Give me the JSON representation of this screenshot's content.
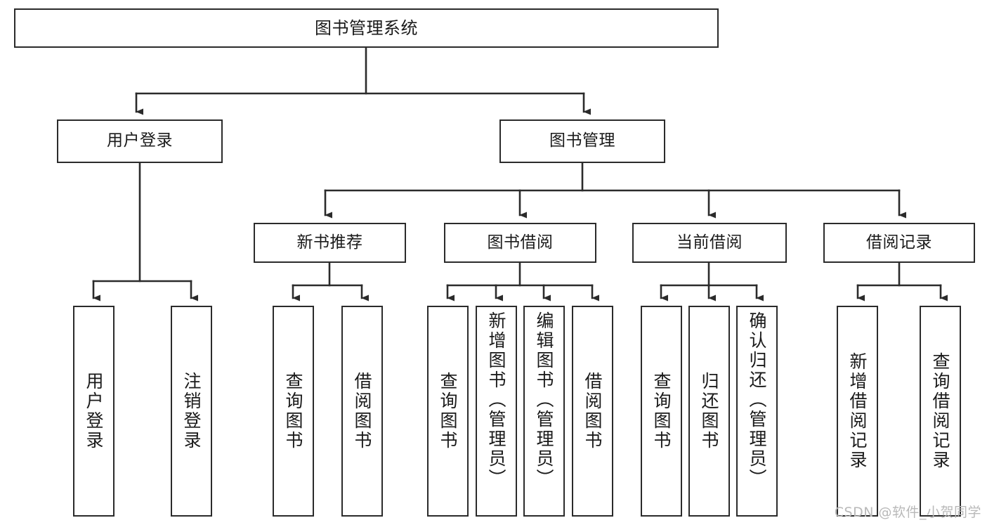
{
  "diagram": {
    "title": "图书管理系统",
    "watermark": "CSDN @软件_小贺同学"
  },
  "nodes": {
    "root": {
      "label": "图书管理系统"
    },
    "level2": [
      {
        "label": "用户登录"
      },
      {
        "label": "图书管理"
      }
    ],
    "level3": [
      {
        "label": "新书推荐"
      },
      {
        "label": "图书借阅"
      },
      {
        "label": "当前借阅"
      },
      {
        "label": "借阅记录"
      }
    ],
    "leaves": [
      {
        "label": "用户登录"
      },
      {
        "label": "注销登录"
      },
      {
        "label": "查询图书"
      },
      {
        "label": "借阅图书"
      },
      {
        "label": "查询图书"
      },
      {
        "label": "新增图书（管理员）"
      },
      {
        "label": "编辑图书（管理员）"
      },
      {
        "label": "借阅图书"
      },
      {
        "label": "查询图书"
      },
      {
        "label": "归还图书"
      },
      {
        "label": "确认归还（管理员）"
      },
      {
        "label": "新增借阅记录"
      },
      {
        "label": "查询借阅记录"
      }
    ]
  },
  "chart_data": {
    "type": "diagram",
    "subtype": "tree-hierarchy",
    "title": "图书管理系统",
    "orientation": "top-down",
    "tree": {
      "label": "图书管理系统",
      "children": [
        {
          "label": "用户登录",
          "children": [
            {
              "label": "用户登录"
            },
            {
              "label": "注销登录"
            }
          ]
        },
        {
          "label": "图书管理",
          "children": [
            {
              "label": "新书推荐",
              "children": [
                {
                  "label": "查询图书"
                },
                {
                  "label": "借阅图书"
                }
              ]
            },
            {
              "label": "图书借阅",
              "children": [
                {
                  "label": "查询图书"
                },
                {
                  "label": "新增图书（管理员）"
                },
                {
                  "label": "编辑图书（管理员）"
                },
                {
                  "label": "借阅图书"
                }
              ]
            },
            {
              "label": "当前借阅",
              "children": [
                {
                  "label": "查询图书"
                },
                {
                  "label": "归还图书"
                },
                {
                  "label": "确认归还（管理员）"
                }
              ]
            },
            {
              "label": "借阅记录",
              "children": [
                {
                  "label": "新增借阅记录"
                },
                {
                  "label": "查询借阅记录"
                }
              ]
            }
          ]
        }
      ]
    },
    "colors": {
      "box_stroke": "#2b2b2b",
      "box_fill": "#ffffff",
      "connector": "#2b2b2b",
      "text": "#1a1a1a",
      "watermark": "#b9b9b9"
    }
  }
}
